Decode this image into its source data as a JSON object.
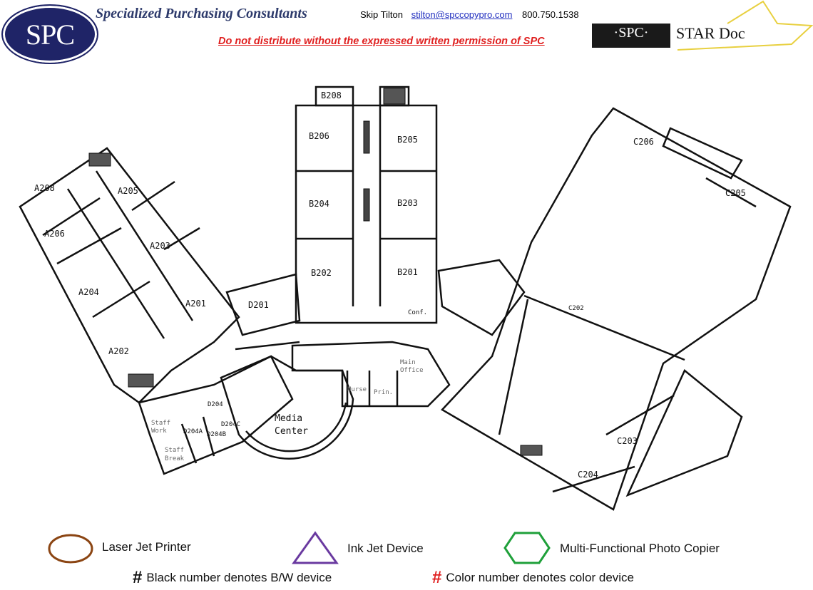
{
  "header": {
    "logo_text": "SPC",
    "company": "Specialized Purchasing Consultants",
    "contact_name": "Skip Tilton",
    "contact_email": "stilton@spccopypro.com",
    "contact_phone": "800.750.1538",
    "warning": "Do not distribute without the expressed written permission of SPC",
    "stardoc_logo": "·SPC·",
    "stardoc_title": "STAR Doc"
  },
  "rooms": {
    "a208": "A208",
    "a205": "A205",
    "a206": "A206",
    "a203": "A203",
    "a204": "A204",
    "a201": "A201",
    "a202": "A202",
    "d201": "D201",
    "d204": "D204",
    "d204a": "D204A",
    "d204b": "D204B",
    "d204c": "D204C",
    "staff_work_1": "Staff",
    "staff_work_2": "Work",
    "staff_break_1": "Staff",
    "staff_break_2": "Break",
    "b208": "B208",
    "b206": "B206",
    "b205": "B205",
    "b204": "B204",
    "b203": "B203",
    "b202": "B202",
    "b201": "B201",
    "conf": "Conf.",
    "media_1": "Media",
    "media_2": "Center",
    "nurse": "Nurse",
    "prin": "Prin.",
    "main_office_1": "Main",
    "main_office_2": "Office",
    "c206": "C206",
    "c205": "C205",
    "c202": "C202",
    "c203": "C203",
    "c204": "C204"
  },
  "legend": {
    "laser": "Laser Jet Printer",
    "inkjet": "Ink Jet Device",
    "mfp": "Multi-Functional Photo Copier",
    "bw_symbol": "#",
    "bw_text": "Black number denotes B/W device",
    "color_symbol": "#",
    "color_text": "Color number denotes color device",
    "colors": {
      "laser": "#8b4513",
      "inkjet": "#6a3aa0",
      "mfp": "#1fa03a",
      "color_number": "#e02020"
    }
  }
}
